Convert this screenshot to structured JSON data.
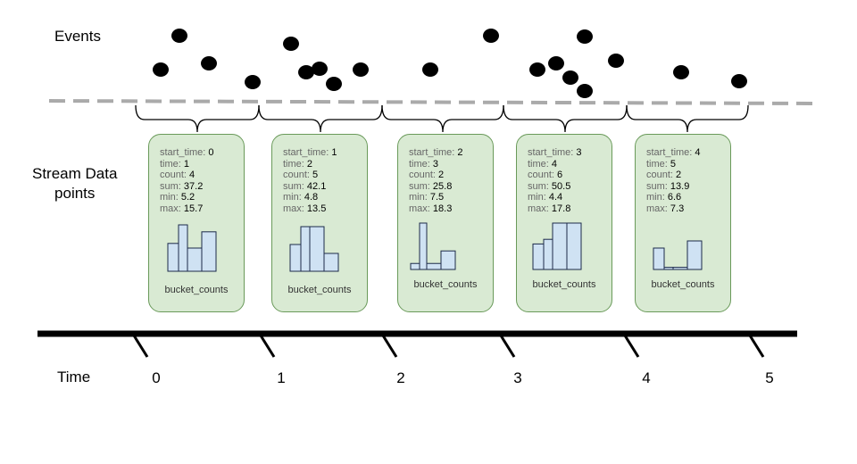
{
  "labels": {
    "events": "Events",
    "stream_line1": "Stream Data",
    "stream_line2": "points",
    "time": "Time"
  },
  "tick_labels": [
    "0",
    "1",
    "2",
    "3",
    "4",
    "5"
  ],
  "colors": {
    "card_fill": "#d9ead3",
    "card_border": "#6a9a5a",
    "bar_fill": "#cfe2f3",
    "bar_stroke": "#1c2a4a",
    "event_dot": "#000000",
    "dashed_line": "#aaaaaa"
  },
  "keys": {
    "start_time": "start_time:",
    "time": "time:",
    "count": "count:",
    "sum": "sum:",
    "min": "min:",
    "max": "max:"
  },
  "data_points": [
    {
      "start_time": "0",
      "time": "1",
      "count": "4",
      "sum": "37.2",
      "min": "5.2",
      "max": "15.7",
      "bucket_label": "bucket_counts",
      "buckets": [
        0.6,
        1.0,
        0.5,
        0.85
      ]
    },
    {
      "start_time": "1",
      "time": "2",
      "count": "5",
      "sum": "42.1",
      "min": "4.8",
      "max": "13.5",
      "bucket_label": "bucket_counts",
      "buckets": [
        0.6,
        1.0,
        1.0,
        0.4
      ]
    },
    {
      "start_time": "2",
      "time": "3",
      "count": "2",
      "sum": "25.8",
      "min": "7.5",
      "max": "18.3",
      "bucket_label": "bucket_counts",
      "buckets": [
        0.13,
        1.0,
        0.13,
        0.4
      ]
    },
    {
      "start_time": "3",
      "time": "4",
      "count": "6",
      "sum": "50.5",
      "min": "4.4",
      "max": "17.8",
      "bucket_label": "bucket_counts",
      "buckets": [
        0.55,
        0.65,
        1.0,
        1.0
      ]
    },
    {
      "start_time": "4",
      "time": "5",
      "count": "2",
      "sum": "13.9",
      "min": "6.6",
      "max": "7.3",
      "bucket_label": "bucket_counts",
      "buckets": [
        0.6,
        0.06,
        0.06,
        0.8
      ]
    }
  ]
}
